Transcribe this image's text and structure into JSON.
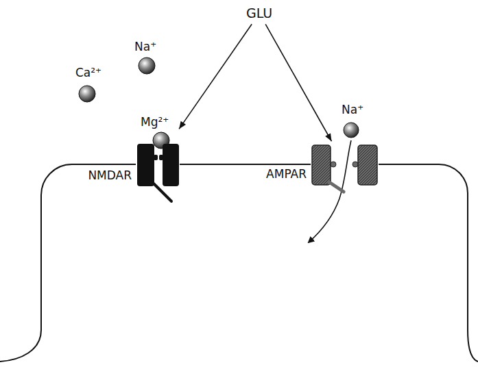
{
  "diagram": {
    "nodes": [
      {
        "text": [
          "GLU"
        ]
      },
      {
        "text": [
          "NMDAR"
        ]
      },
      {
        "text": [
          "AMPAR"
        ]
      }
    ],
    "edges": [
      {
        "from": 0,
        "to": 1,
        "arrow": "to"
      },
      {
        "from": 0,
        "to": 2,
        "arrow": "to"
      }
    ],
    "labels": [
      "Ca²⁺",
      "Na⁺",
      "Mg²⁺",
      "Na⁺"
    ]
  }
}
